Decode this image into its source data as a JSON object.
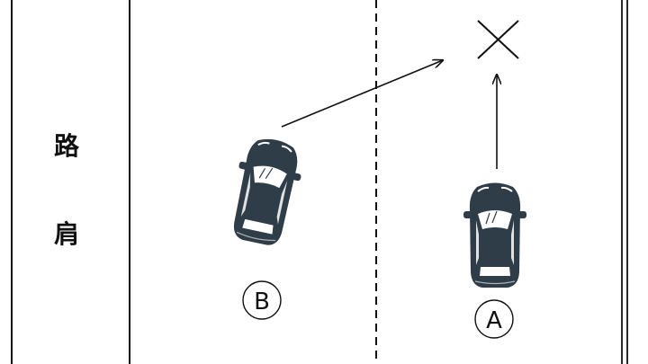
{
  "shoulder_label": {
    "char1": "路",
    "char2": "肩"
  },
  "cars": {
    "a": {
      "label": "A"
    },
    "b": {
      "label": "B"
    }
  },
  "colors": {
    "car_body": "#2f3d48",
    "car_glass": "#ffffff",
    "line": "#111111",
    "background": "#ffffff"
  },
  "icons": {
    "target": "cross-mark-icon",
    "car": "car-top-view-icon"
  }
}
